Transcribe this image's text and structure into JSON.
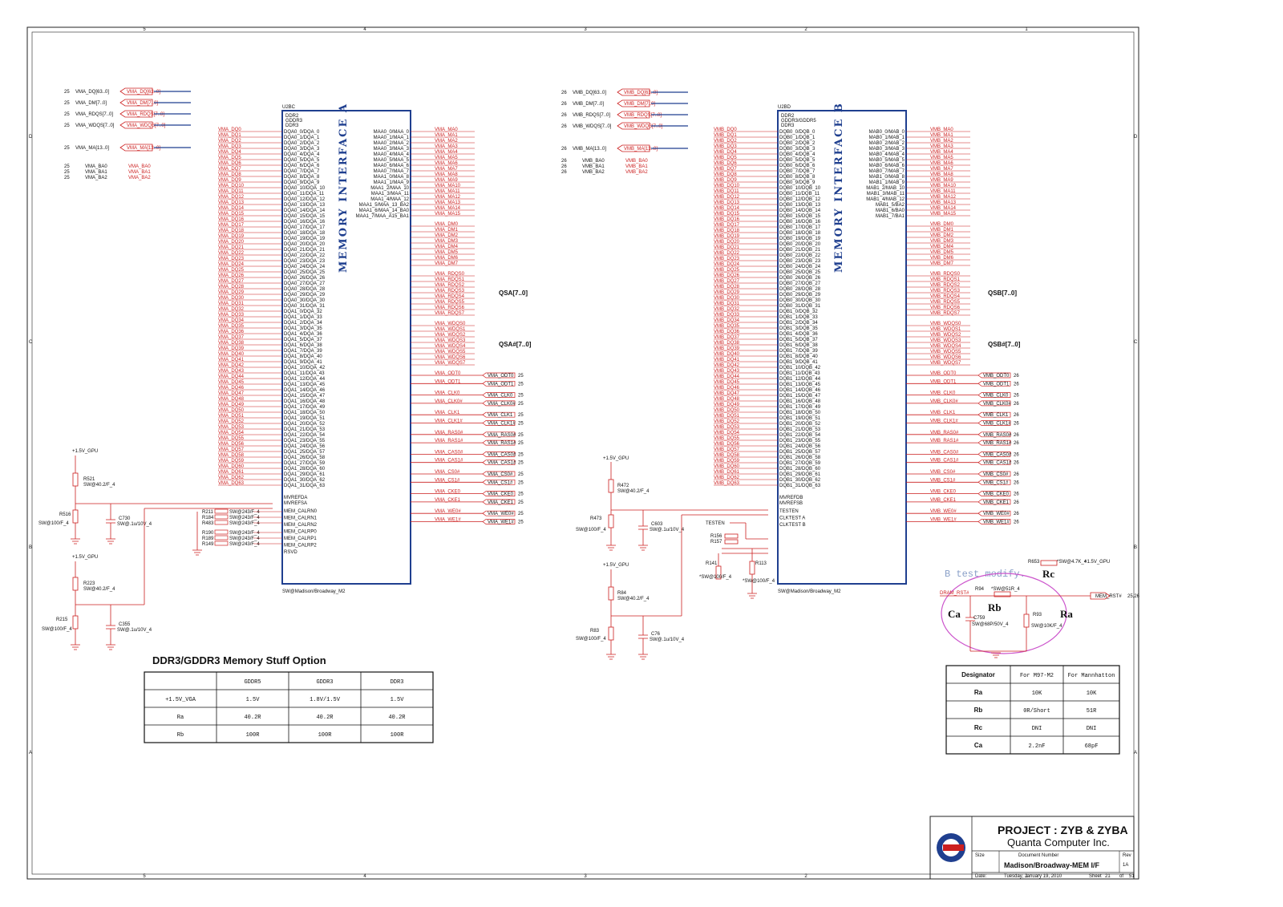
{
  "border": {
    "col_labels_top": [
      "5",
      "4",
      "3",
      "2",
      "1"
    ],
    "row_labels": [
      "D",
      "C",
      "B",
      "A"
    ]
  },
  "left_ports": [
    {
      "ref": "25",
      "name": "VMA_DQ[63..0]",
      "tag": "VMA_DQ[63..0]"
    },
    {
      "ref": "25",
      "name": "VMA_DM[7..0]",
      "tag": "VMA_DM[7..0]"
    },
    {
      "ref": "25",
      "name": "VMA_RDQS[7..0]",
      "tag": "VMA_RDQS[7..0]"
    },
    {
      "ref": "25",
      "name": "VMA_WDQS[7..0]",
      "tag": "VMA_WDQS[7..0]"
    },
    {
      "ref": "25",
      "name": "VMA_MA[13..0]",
      "tag": "VMA_MA[13..0]"
    }
  ],
  "left_ba": [
    {
      "ref": "25",
      "name": "VMA_BA0",
      "tag": "VMA_BA0"
    },
    {
      "ref": "25",
      "name": "VMA_BA1",
      "tag": "VMA_BA1"
    },
    {
      "ref": "25",
      "name": "VMA_BA2",
      "tag": "VMA_BA2"
    }
  ],
  "right_ports": [
    {
      "ref": "26",
      "name": "VMB_DQ[63..0]",
      "tag": "VMB_DQ[63..0]"
    },
    {
      "ref": "26",
      "name": "VMB_DM[7..0]",
      "tag": "VMB_DM[7..0]"
    },
    {
      "ref": "26",
      "name": "VMB_RDQS[7..0]",
      "tag": "VMB_RDQS[7..0]"
    },
    {
      "ref": "26",
      "name": "VMB_WDQS[7..0]",
      "tag": "VMB_WDQS[7..0]"
    },
    {
      "ref": "26",
      "name": "VMB_MA[13..0]",
      "tag": "VMB_MA[13..0]"
    }
  ],
  "right_ba": [
    {
      "ref": "26",
      "name": "VMB_BA0",
      "tag": "VMB_BA0"
    },
    {
      "ref": "26",
      "name": "VMB_BA1",
      "tag": "VMB_BA1"
    },
    {
      "ref": "26",
      "name": "VMB_BA2",
      "tag": "VMB_BA2"
    }
  ],
  "chip_a": {
    "ref": "U2BC",
    "sub": [
      "DDR2",
      "GDDR3",
      "DDR3"
    ],
    "interface": "MEMORY INTERFACE A",
    "footer": "SW@Madison/Broadway_M2",
    "left_pins": [
      "DQA0_0/DQA_0",
      "DQA0_1/DQA_1",
      "DQA0_2/DQA_2",
      "DQA0_3/DQA_3",
      "DQA0_4/DQA_4",
      "DQA0_5/DQA_5",
      "DQA0_6/DQA_6",
      "DQA0_7/DQA_7",
      "DQA0_8/DQA_8",
      "DQA0_9/DQA_9",
      "DQA0_10/DQA_10",
      "DQA0_11/DQA_11",
      "DQA0_12/DQA_12",
      "DQA0_13/DQA_13",
      "DQA0_14/DQA_14",
      "DQA0_15/DQA_15",
      "DQA0_16/DQA_16",
      "DQA0_17/DQA_17",
      "DQA0_18/DQA_18",
      "DQA0_19/DQA_19",
      "DQA0_20/DQA_20",
      "DQA0_21/DQA_21",
      "DQA0_22/DQA_22",
      "DQA0_23/DQA_23",
      "DQA0_24/DQA_24",
      "DQA0_25/DQA_25",
      "DQA0_26/DQA_26",
      "DQA0_27/DQA_27",
      "DQA0_28/DQA_28",
      "DQA0_29/DQA_29",
      "DQA0_30/DQA_30",
      "DQA0_31/DQA_31",
      "DQA1_0/DQA_32",
      "DQA1_1/DQA_33",
      "DQA1_2/DQA_34",
      "DQA1_3/DQA_35",
      "DQA1_4/DQA_36",
      "DQA1_5/DQA_37",
      "DQA1_6/DQA_38",
      "DQA1_7/DQA_39",
      "DQA1_8/DQA_40",
      "DQA1_9/DQA_41",
      "DQA1_10/DQA_42",
      "DQA1_11/DQA_43",
      "DQA1_12/DQA_44",
      "DQA1_13/DQA_45",
      "DQA1_14/DQA_46",
      "DQA1_15/DQA_47",
      "DQA1_16/DQA_48",
      "DQA1_17/DQA_49",
      "DQA1_18/DQA_50",
      "DQA1_19/DQA_51",
      "DQA1_20/DQA_52",
      "DQA1_21/DQA_53",
      "DQA1_22/DQA_54",
      "DQA1_23/DQA_55",
      "DQA1_24/DQA_56",
      "DQA1_25/DQA_57",
      "DQA1_26/DQA_58",
      "DQA1_27/DQA_59",
      "DQA1_28/DQA_60",
      "DQA1_29/DQA_61",
      "DQA1_30/DQA_62",
      "DQA1_31/DQA_63"
    ],
    "lower_pins": [
      "MVREFDA",
      "MVREFSA",
      "MEM_CALRN0",
      "MEM_CALRN1",
      "MEM_CALRN2",
      "MEM_CALRP0",
      "MEM_CALRP1",
      "MEM_CALRP2",
      "RSVD"
    ],
    "right_pins": [
      "MAA0_0/MAA_0",
      "MAA0_1/MAA_1",
      "MAA0_2/MAA_2",
      "MAA0_3/MAA_3",
      "MAA0_4/MAA_4",
      "MAA0_5/MAA_5",
      "MAA0_6/MAA_6",
      "MAA0_7/MAA_7",
      "MAA1_0/MAA_8",
      "MAA1_1/MAA_9",
      "MAA1_2/MAA_10",
      "MAA1_3/MAA_11",
      "MAA1_4/MAA_12",
      "MAA1_5/MAA_13_BA2",
      "MAA1_6/MAA_14_BA0",
      "MAA1_7/MAA_A15_BA1"
    ]
  },
  "chip_b": {
    "ref": "U2BD",
    "sub": [
      "DDR2",
      "GDDR3/GDDR5",
      "DDR3"
    ],
    "interface": "MEMORY INTERFACE B",
    "footer": "SW@Madison/Broadway_M2",
    "left_pins": [
      "DQB0_0/DQB_0",
      "DQB0_1/DQB_1",
      "DQB0_2/DQB_2",
      "DQB0_3/DQB_3",
      "DQB0_4/DQB_4",
      "DQB0_5/DQB_5",
      "DQB0_6/DQB_6",
      "DQB0_7/DQB_7",
      "DQB0_8/DQB_8",
      "DQB0_9/DQB_9",
      "DQB0_10/DQB_10",
      "DQB0_11/DQB_11",
      "DQB0_12/DQB_12",
      "DQB0_13/DQB_13",
      "DQB0_14/DQB_14",
      "DQB0_15/DQB_15",
      "DQB0_16/DQB_16",
      "DQB0_17/DQB_17",
      "DQB0_18/DQB_18",
      "DQB0_19/DQB_19",
      "DQB0_20/DQB_20",
      "DQB0_21/DQB_21",
      "DQB0_22/DQB_22",
      "DQB0_23/DQB_23",
      "DQB0_24/DQB_24",
      "DQB0_25/DQB_25",
      "DQB0_26/DQB_26",
      "DQB0_27/DQB_27",
      "DQB0_28/DQB_28",
      "DQB0_29/DQB_29",
      "DQB0_30/DQB_30",
      "DQB0_31/DQB_31",
      "DQB1_0/DQB_32",
      "DQB1_1/DQB_33",
      "DQB1_2/DQB_34",
      "DQB1_3/DQB_35",
      "DQB1_4/DQB_36",
      "DQB1_5/DQB_37",
      "DQB1_6/DQB_38",
      "DQB1_7/DQB_39",
      "DQB1_8/DQB_40",
      "DQB1_9/DQB_41",
      "DQB1_10/DQB_42",
      "DQB1_11/DQB_43",
      "DQB1_12/DQB_44",
      "DQB1_13/DQB_45",
      "DQB1_14/DQB_46",
      "DQB1_15/DQB_47",
      "DQB1_16/DQB_48",
      "DQB1_17/DQB_49",
      "DQB1_18/DQB_50",
      "DQB1_19/DQB_51",
      "DQB1_20/DQB_52",
      "DQB1_21/DQB_53",
      "DQB1_22/DQB_54",
      "DQB1_23/DQB_55",
      "DQB1_24/DQB_56",
      "DQB1_25/DQB_57",
      "DQB1_26/DQB_58",
      "DQB1_27/DQB_59",
      "DQB1_28/DQB_60",
      "DQB1_29/DQB_61",
      "DQB1_30/DQB_62",
      "DQB1_31/DQB_63"
    ],
    "lower_pins": [
      "MVREFDB",
      "MVREFSB",
      "TESTEN",
      "CLKTEST A",
      "CLKTEST B"
    ],
    "right_pins": [
      "MAB0_0/MAB_0",
      "MAB0_1/MAB_1",
      "MAB0_2/MAB_2",
      "MAB0_3/MAB_3",
      "MAB0_4/MAB_4",
      "MAB0_5/MAB_5",
      "MAB0_6/MAB_6",
      "MAB0_7/MAB_7",
      "MAB1_0/MAB_8",
      "MAB1_1/MAB_9",
      "MAB1_2/MAB_10",
      "MAB1_3/MAB_11",
      "MAB1_4/MAB_12",
      "MAB1_5/BA2",
      "MAB1_6/BA0",
      "MAB1_7/BA1"
    ]
  },
  "bus_labels": {
    "qsa": "QSA[7..0]",
    "qsa_n": "QSA#[7..0]",
    "qsb": "QSB[7..0]",
    "qsb_n": "QSB#[7..0]"
  },
  "ctrl_a": [
    "VMA_ODT0",
    "VMA_ODT1",
    "VMA_CLK0",
    "VMA_CLK0#",
    "VMA_CLK1",
    "VMA_CLK1#",
    "VMA_RAS0#",
    "VMA_RAS1#",
    "VMA_CAS0#",
    "VMA_CAS1#",
    "VMA_CS0#",
    "VMA_CS1#",
    "VMA_CKE0",
    "VMA_CKE1",
    "VMA_WE0#",
    "VMA_WE1#"
  ],
  "ctrl_b": [
    "VMB_ODT0",
    "VMB_ODT1",
    "VMB_CLK0",
    "VMB_CLK0#",
    "VMB_CLK1",
    "VMB_CLK1#",
    "VMB_RAS0#",
    "VMB_RAS1#",
    "VMB_CAS0#",
    "VMB_CAS1#",
    "VMB_CS0#",
    "VMB_CS1#",
    "VMB_CKE0",
    "VMB_CKE1",
    "VMB_WE0#",
    "VMB_WE1#"
  ],
  "components_a": {
    "rail": "+1.5V_GPU",
    "r521": "R521",
    "r521_val": "SW@40.2/F_4",
    "r516": "R516",
    "r516_val": "SW@100/F_4",
    "c730": "C730",
    "c730_val": "SW@.1u/10V_4",
    "r223": "R223",
    "r223_val": "SW@40.2/F_4",
    "r215": "R215",
    "r215_val": "SW@100/F_4",
    "c355": "C355",
    "c355_val": "SW@.1u/10V_4",
    "cal_refs": [
      "R211",
      "R184",
      "R483",
      "R190",
      "R189",
      "R149"
    ],
    "cal_val": "SW@243/F_4"
  },
  "components_b": {
    "rail": "+1.5V_GPU",
    "r472": "R472",
    "r472_val": "SW@40.2/F_4",
    "r473": "R473",
    "r473_val": "SW@100/F_4",
    "c603": "C603",
    "c603_val": "SW@.1u/10V_4",
    "r84": "R84",
    "r84_val": "SW@40.2/F_4",
    "r83": "R83",
    "r83_val": "SW@100/F_4",
    "c76": "C76",
    "c76_val": "SW@.1u/10V_4",
    "r141": "R141",
    "r141_val": "*SW@100/F_4",
    "r113": "R113",
    "r113_val": "*SW@100/F_4",
    "testen": "TESTEN",
    "r156": "R156",
    "r157": "R157"
  },
  "modify": {
    "note": "B test modify.",
    "ra": "Ra",
    "rb": "Rb",
    "rc": "Rc",
    "ca": "Ca",
    "dram_rst": "DRAM_RST#",
    "mem_rst": "MEM_RST#",
    "r94": "R94",
    "r94_val": "*SW@51R_4",
    "r653": "R653",
    "r653_val": "*SW@4.7K_4",
    "r653_rail": "+1.5V_GPU",
    "c759": "C759",
    "c759_val": "SW@68P/50V_4",
    "r93": "R93",
    "r93_val": "SW@10K/F_4",
    "mem_rst_ref": "25,26"
  },
  "option_table": {
    "title": "DDR3/GDDR3 Memory Stuff Option",
    "headers": [
      "",
      "GDDR5",
      "GDDR3",
      "DDR3"
    ],
    "rows": [
      [
        "+1.5V_VGA",
        "1.5V",
        "1.8V/1.5V",
        "1.5V"
      ],
      [
        "Ra",
        "40.2R",
        "40.2R",
        "40.2R"
      ],
      [
        "Rb",
        "100R",
        "100R",
        "100R"
      ]
    ]
  },
  "designator_table": {
    "headers": [
      "Designator",
      "For M97-M2",
      "For Mannhatton"
    ],
    "rows": [
      [
        "Ra",
        "10K",
        "10K"
      ],
      [
        "Rb",
        "0R/Short",
        "51R"
      ],
      [
        "Rc",
        "DNI",
        "DNI"
      ],
      [
        "Ca",
        "2.2nF",
        "68pF"
      ]
    ]
  },
  "title_block": {
    "project": "PROJECT : ZYB & ZYBA",
    "company": "Quanta Computer Inc.",
    "size_label": "Size",
    "doc_label": "Document Number",
    "rev_label": "Rev",
    "doc": "Madison/Broadway-MEM I/F",
    "rev": "1A",
    "date_label": "Date:",
    "date": "Tuesday, January 19, 2010",
    "sheet_label": "Sheet",
    "sheet": "21",
    "of_label": "of",
    "total": "51"
  },
  "colors": {
    "wire": "#1f3f8f",
    "net": "#cc1f1f",
    "ink": "#111111",
    "highlight": "#cc55cc",
    "note": "#8aa0c8"
  }
}
